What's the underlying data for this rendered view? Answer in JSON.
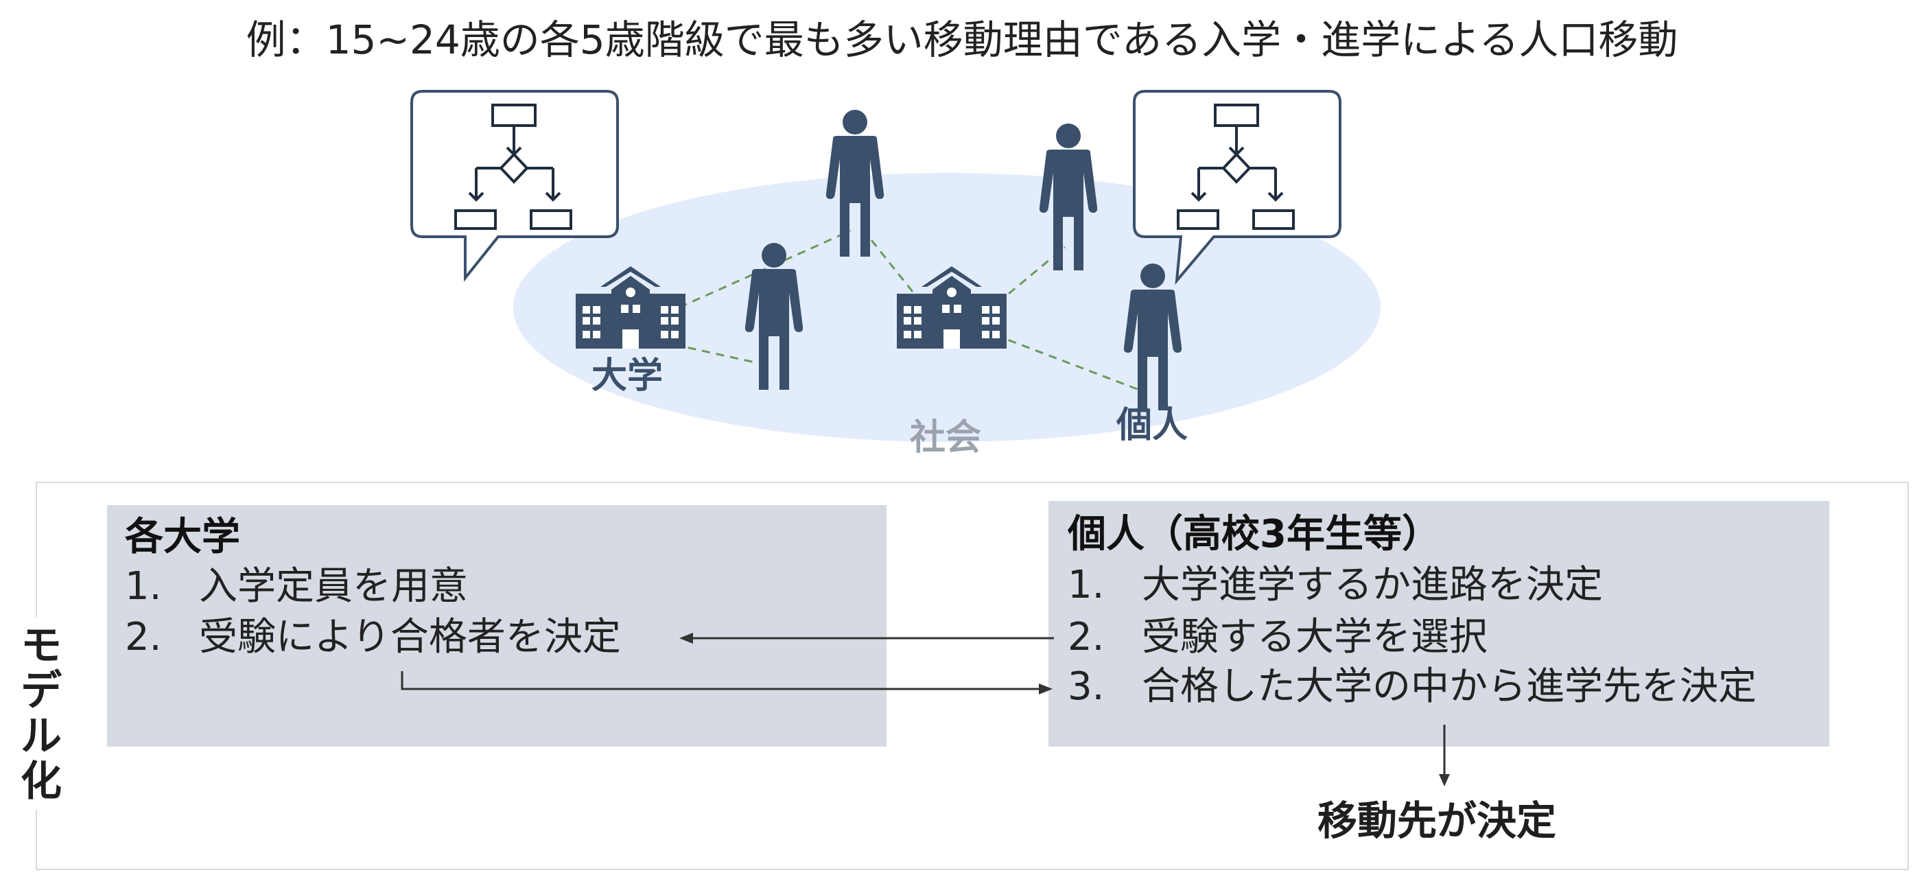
{
  "title": "例：15~24歳の各5歳階級で最も多い移動理由である入学・進学による人口移動",
  "illustration": {
    "label_university": "大学",
    "label_individual": "個人",
    "label_society": "社会",
    "colors": {
      "icon": "#3a506b",
      "society_ellipse": "#e3ecfb",
      "link_line": "#6b9a5e",
      "muted_label": "#9aa3ad"
    }
  },
  "model": {
    "label": "モデル化",
    "university_box": {
      "title": "各大学",
      "steps": [
        {
          "num": "1.",
          "text": "入学定員を用意"
        },
        {
          "num": "2.",
          "text": "受験により合格者を決定"
        }
      ]
    },
    "individual_box": {
      "title": "個人（高校3年生等）",
      "steps": [
        {
          "num": "1.",
          "text": "大学進学するか進路を決定"
        },
        {
          "num": "2.",
          "text": "受験する大学を選択"
        },
        {
          "num": "3.",
          "text": "合格した大学の中から進学先を決定"
        }
      ]
    },
    "result": "移動先が決定",
    "colors": {
      "box_fill": "#d6dae2",
      "frame": "#d9d9d9",
      "arrow": "#333333"
    }
  }
}
